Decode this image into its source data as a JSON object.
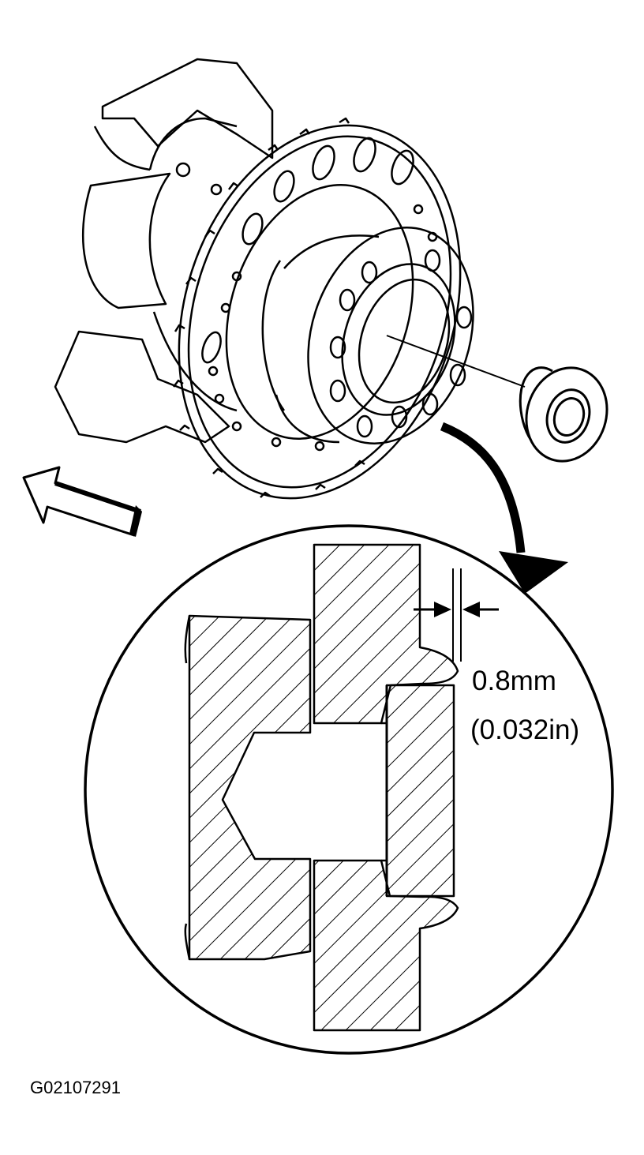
{
  "figure": {
    "clearance_mm": "0.8mm",
    "clearance_in": "(0.032in)",
    "figure_id": "G02107291"
  },
  "colors": {
    "line": "#000000",
    "background": "#ffffff"
  },
  "icons": {
    "direction_arrow": "outline-block-arrow-left",
    "callout_arrow": "curved-arrow-down-right",
    "dimension_arrows": "inward-facing-arrows"
  }
}
